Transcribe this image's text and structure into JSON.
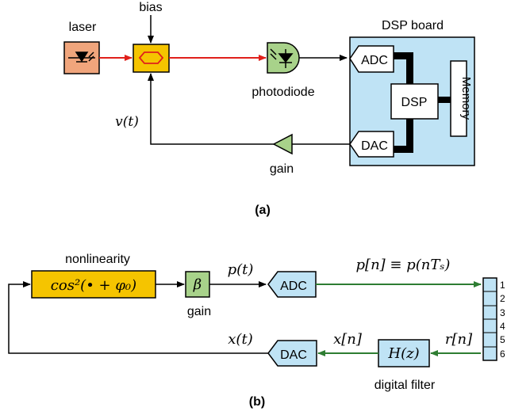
{
  "panel_a": {
    "caption": "(a)",
    "labels": {
      "laser": "laser",
      "bias": "bias",
      "photodiode": "photodiode",
      "dsp_board": "DSP board",
      "adc": "ADC",
      "dac": "DAC",
      "dsp": "DSP",
      "memory": "Memory",
      "gain": "gain",
      "voltage": "v(t)"
    },
    "colors": {
      "laser_fill": "#f0a57c",
      "modulator_fill": "#f5c400",
      "photodiode_fill": "#a8d28a",
      "gain_fill": "#a8d28a",
      "board_fill": "#bfe3f5",
      "optical_path": "#e0201b",
      "bus": "#000000"
    }
  },
  "panel_b": {
    "caption": "(b)",
    "labels": {
      "nonlinearity": "nonlinearity",
      "nonlinearity_expr": "cos²(• + φ₀)",
      "beta": "β",
      "gain": "gain",
      "p_t": "p(t)",
      "adc": "ADC",
      "p_n": "p[n] ≡ p(nTₛ)",
      "dac": "DAC",
      "x_t": "x(t)",
      "x_n": "x[n]",
      "filter": "H(z)",
      "r_n": "r[n]",
      "digital_filter": "digital filter",
      "buffer_labels": [
        "1",
        "2",
        "3",
        "4",
        "5",
        "6"
      ]
    },
    "colors": {
      "nonlinearity_fill": "#f5c400",
      "beta_fill": "#a8d28a",
      "adc_dac_fill": "#bfe3f5",
      "filter_fill": "#bfe3f5",
      "buffer_fill": "#bfe3f5",
      "digital_path": "#2e7d32"
    }
  }
}
